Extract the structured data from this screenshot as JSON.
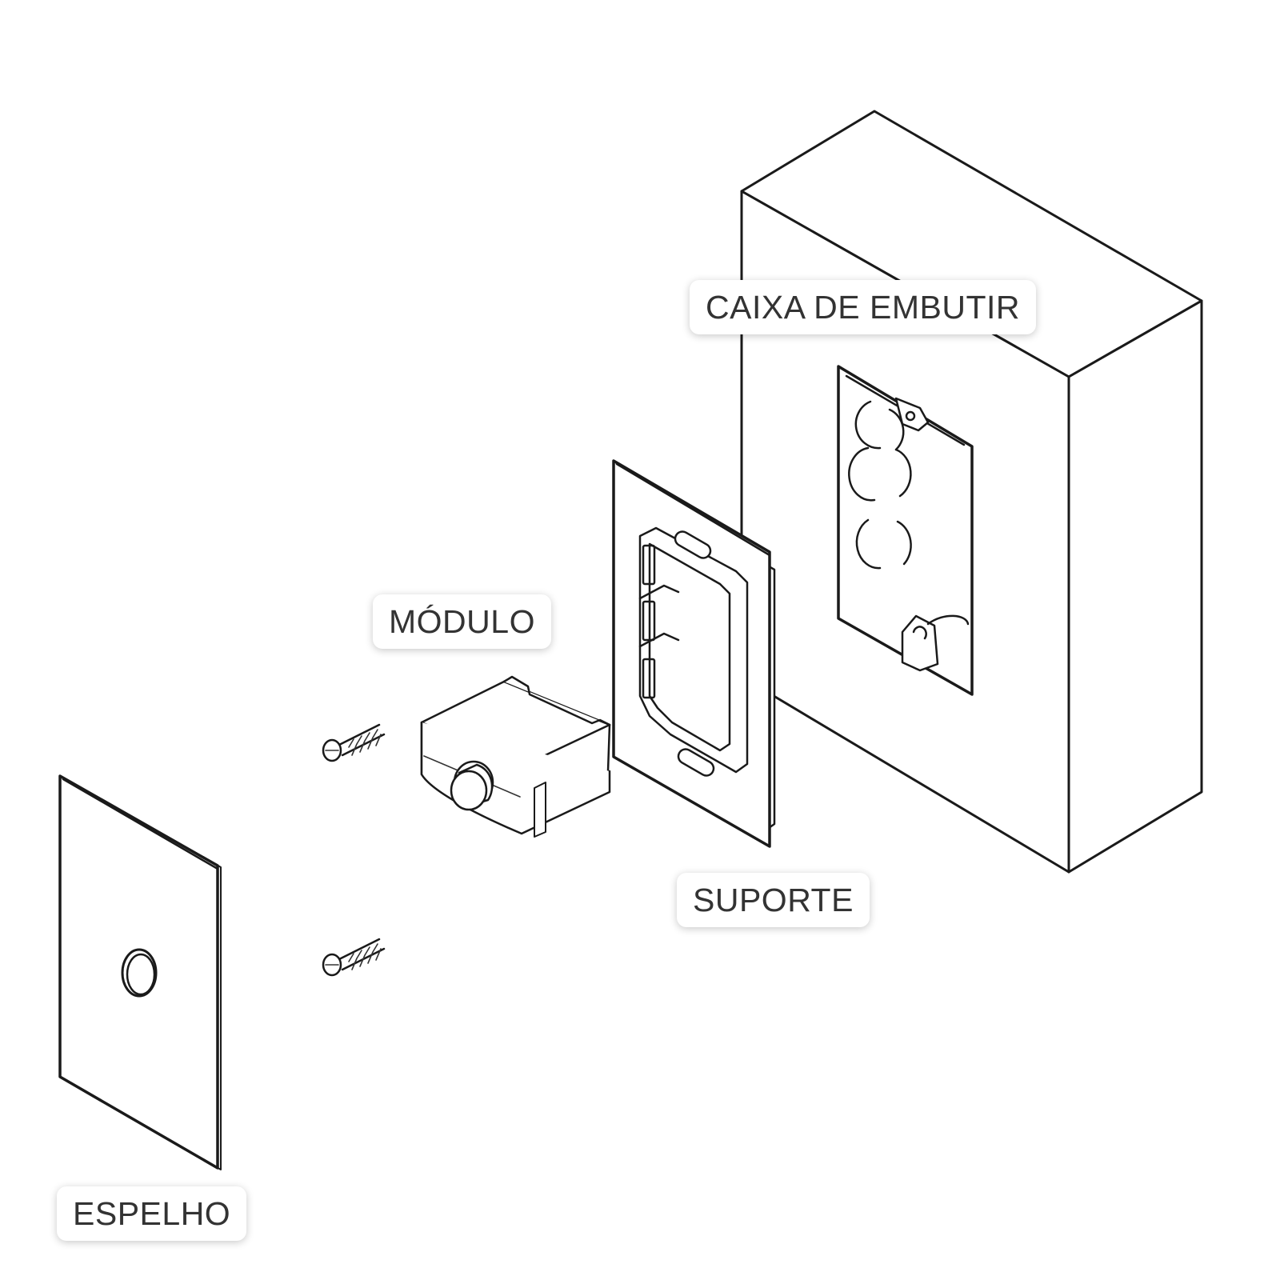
{
  "labels": {
    "caixa": "CAIXA DE EMBUTIR",
    "modulo": "MÓDULO",
    "suporte": "SUPORTE",
    "espelho": "ESPELHO"
  },
  "colors": {
    "line": "#1a1a1a",
    "label_text": "#333333",
    "background": "#ffffff"
  }
}
